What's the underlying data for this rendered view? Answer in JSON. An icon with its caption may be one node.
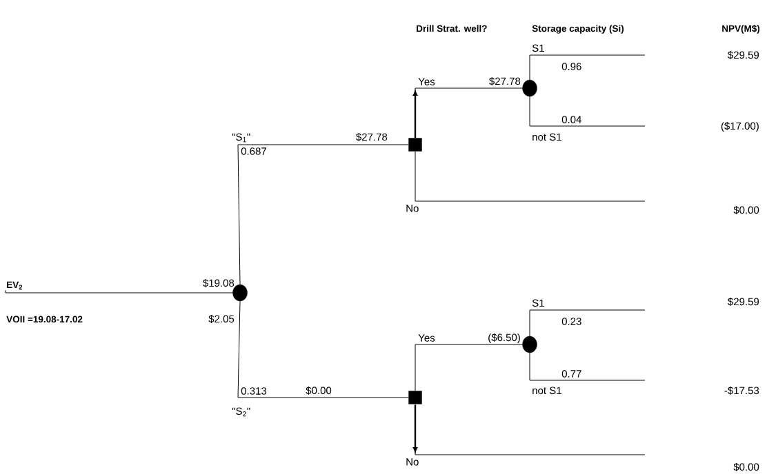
{
  "diagram": {
    "nodes": [
      {
        "text": [
          "EV$_{2}$"
        ]
      },
      {
        "text": [],
        "shape": "circle",
        "beside": [
          "$19.08"
        ]
      },
      {
        "text": [],
        "shape": "box",
        "beside": [
          "$27.78"
        ]
      },
      {
        "text": [],
        "shape": "box"
      },
      {
        "text": [],
        "shape": "circle",
        "beside": [
          "$27.78"
        ]
      },
      {
        "text": [],
        "shape": "circle",
        "beside": [
          "($6.50)"
        ]
      }
    ],
    "edges": [
      {
        "from": 0,
        "to": 1,
        "arrow": "none"
      },
      {
        "from": 1,
        "to": 2,
        "arrow": "none",
        "label": "0.687"
      },
      {
        "from": 1,
        "to": 3,
        "arrow": "none",
        "label": "0.313"
      },
      {
        "from": 2,
        "to": 4,
        "arrow": "none",
        "label": "Yes"
      },
      {
        "from": 2,
        "to": null,
        "arrow": "none",
        "label": "No"
      },
      {
        "from": 4,
        "to": null,
        "arrow": "none",
        "label": "0.96"
      },
      {
        "from": 4,
        "to": null,
        "arrow": "none",
        "label": "0.04"
      },
      {
        "from": 3,
        "to": 5,
        "arrow": "none",
        "label": "Yes"
      },
      {
        "from": 3,
        "to": null,
        "arrow": "none",
        "label": "No"
      },
      {
        "from": 5,
        "to": null,
        "arrow": "none",
        "label": "0.23"
      },
      {
        "from": 5,
        "to": null,
        "arrow": "none",
        "label": "0.77"
      }
    ],
    "labels": [
      "Drill Strat. well?",
      "Storage capacity (Si)",
      "NPV(M$)",
      "S1",
      "$29.59",
      "($17.00)",
      "\"S$_{1}$\"",
      "not S1",
      "$0.00",
      "VOII =19.08-17.02",
      "$2.05",
      "S1",
      "$29.59",
      "$0.00",
      "not S1",
      "-$17.53",
      "\"S$_{2}$\"",
      "$0.00"
    ]
  }
}
